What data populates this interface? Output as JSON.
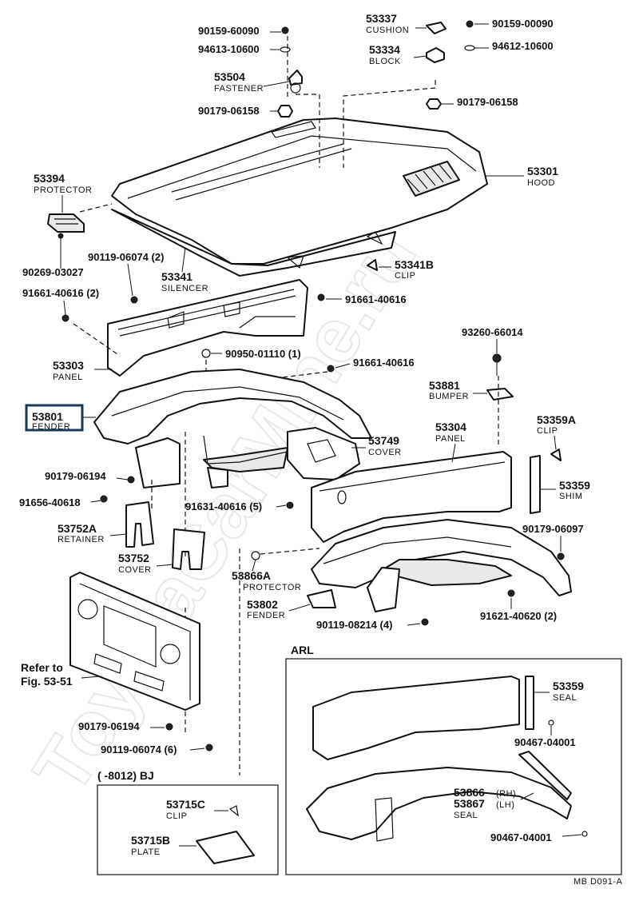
{
  "watermark": "ToyotaCarMine.ru",
  "footer_code": "MB  D091-A",
  "labels": {
    "l1": {
      "num": "90159-60090",
      "name": ""
    },
    "l2": {
      "num": "53337",
      "name": "CUSHION"
    },
    "l3": {
      "num": "90159-00090",
      "name": ""
    },
    "l4": {
      "num": "94613-10600",
      "name": ""
    },
    "l5": {
      "num": "53334",
      "name": "BLOCK"
    },
    "l6": {
      "num": "94612-10600",
      "name": ""
    },
    "l7": {
      "num": "53504",
      "name": "FASTENER"
    },
    "l8": {
      "num": "90179-06158",
      "name": ""
    },
    "l9": {
      "num": "90179-06158",
      "name": ""
    },
    "l10": {
      "num": "53301",
      "name": "HOOD"
    },
    "l11": {
      "num": "53394",
      "name": "PROTECTOR"
    },
    "l12": {
      "num": "90269-03027",
      "name": ""
    },
    "l13": {
      "num": "90119-06074 (2)",
      "name": ""
    },
    "l14": {
      "num": "53341",
      "name": "SILENCER"
    },
    "l15": {
      "num": "53341B",
      "name": "CLIP"
    },
    "l16": {
      "num": "91661-40616 (2)",
      "name": ""
    },
    "l17": {
      "num": "91661-40616",
      "name": ""
    },
    "l18": {
      "num": "93260-66014",
      "name": ""
    },
    "l19": {
      "num": "90950-01110 (1)",
      "name": ""
    },
    "l20": {
      "num": "53303",
      "name": "PANEL"
    },
    "l21": {
      "num": "91661-40616",
      "name": ""
    },
    "l22": {
      "num": "53881",
      "name": "BUMPER"
    },
    "l23": {
      "num": "53801",
      "name": "FENDER"
    },
    "l24": {
      "num": "53304",
      "name": "PANEL"
    },
    "l25": {
      "num": "53359A",
      "name": "CLIP"
    },
    "l26": {
      "num": "53749",
      "name": "COVER"
    },
    "l27": {
      "num": "90179-06194",
      "name": ""
    },
    "l28": {
      "num": "53359",
      "name": "SHIM"
    },
    "l29": {
      "num": "91656-40618",
      "name": ""
    },
    "l30": {
      "num": "91631-40616 (5)",
      "name": ""
    },
    "l31": {
      "num": "53752A",
      "name": "RETAINER"
    },
    "l32": {
      "num": "90179-06097",
      "name": ""
    },
    "l33": {
      "num": "53752",
      "name": "COVER"
    },
    "l34": {
      "num": "53866A",
      "name": "PROTECTOR"
    },
    "l35": {
      "num": "53802",
      "name": "FENDER"
    },
    "l36": {
      "num": "90119-08214 (4)",
      "name": ""
    },
    "l37": {
      "num": "91621-40620 (2)",
      "name": ""
    },
    "l38": {
      "num": "Refer to",
      "name": "Fig. 53-51"
    },
    "l39": {
      "num": "90179-06194",
      "name": ""
    },
    "l40": {
      "num": "90119-06074 (6)",
      "name": ""
    },
    "l41": {
      "num": "53715C",
      "name": "CLIP"
    },
    "l42": {
      "num": "53715B",
      "name": "PLATE"
    },
    "l43": {
      "num": "53359",
      "name": "SEAL"
    },
    "l44": {
      "num": "90467-04001",
      "name": ""
    },
    "l45": {
      "num": "53866",
      "name": "53867"
    },
    "l46": {
      "num": "90467-04001",
      "name": ""
    }
  },
  "side_rh": "(RH)",
  "side_lh": "(LH)",
  "seal_name": "SEAL",
  "box_arl": {
    "title": "ARL"
  },
  "box_bj": {
    "title": "(      -8012)  BJ"
  }
}
